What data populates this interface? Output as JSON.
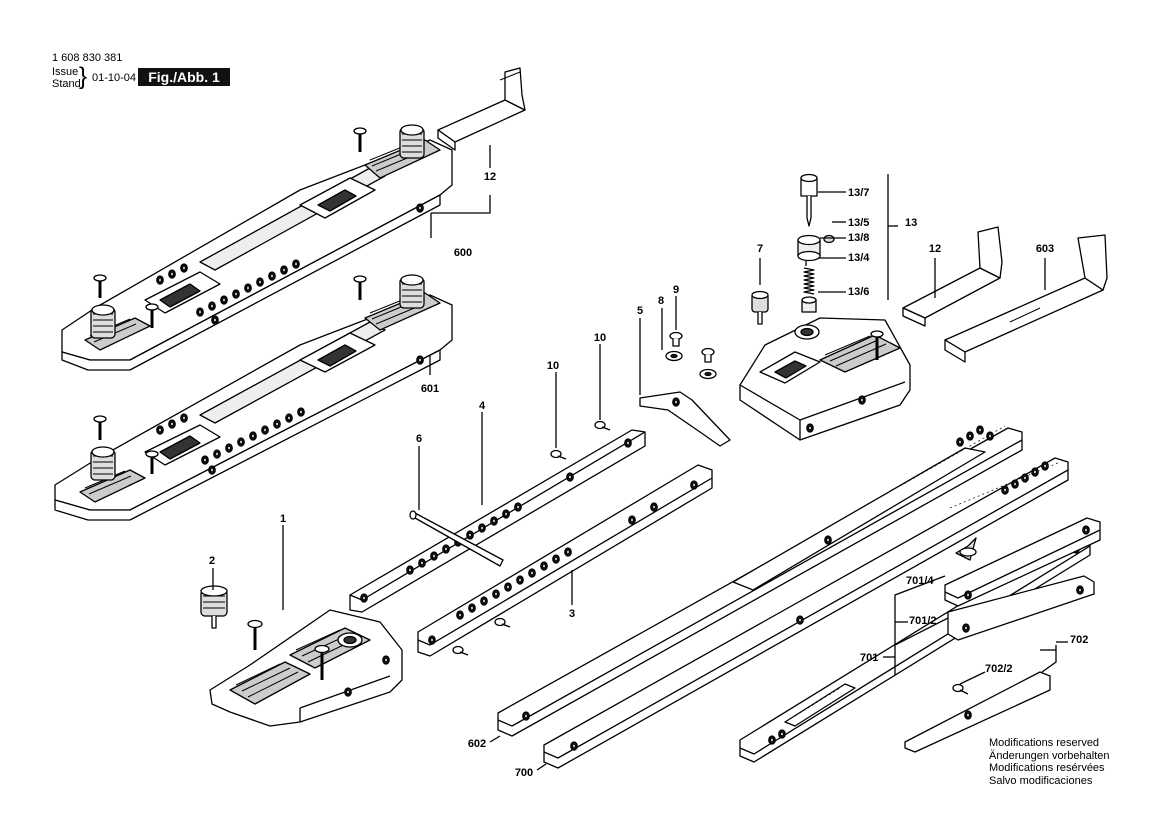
{
  "header": {
    "part_number": "1 608 830 381",
    "issue_label": "Issue",
    "stand_label": "Stand",
    "issue_date": "01-10-04",
    "figure_label": "Fig./Abb. 1"
  },
  "callouts": {
    "c1": "1",
    "c2": "2",
    "c3": "3",
    "c4": "4",
    "c5": "5",
    "c6": "6",
    "c7": "7",
    "c8": "8",
    "c9": "9",
    "c10a": "10",
    "c10b": "10",
    "c12a": "12",
    "c12b": "12",
    "c13": "13",
    "c13_7": "13/7",
    "c13_5": "13/5",
    "c13_8": "13/8",
    "c13_4": "13/4",
    "c13_6": "13/6",
    "c600": "600",
    "c601": "601",
    "c602": "602",
    "c603": "603",
    "c700": "700",
    "c701": "701",
    "c701_4": "701/4",
    "c701_2": "701/2",
    "c702": "702",
    "c702_2": "702/2"
  },
  "notes": [
    "Modifications reserved",
    "Änderungen vorbehalten",
    "Modifications resérvées",
    "Salvo modificaciones"
  ]
}
